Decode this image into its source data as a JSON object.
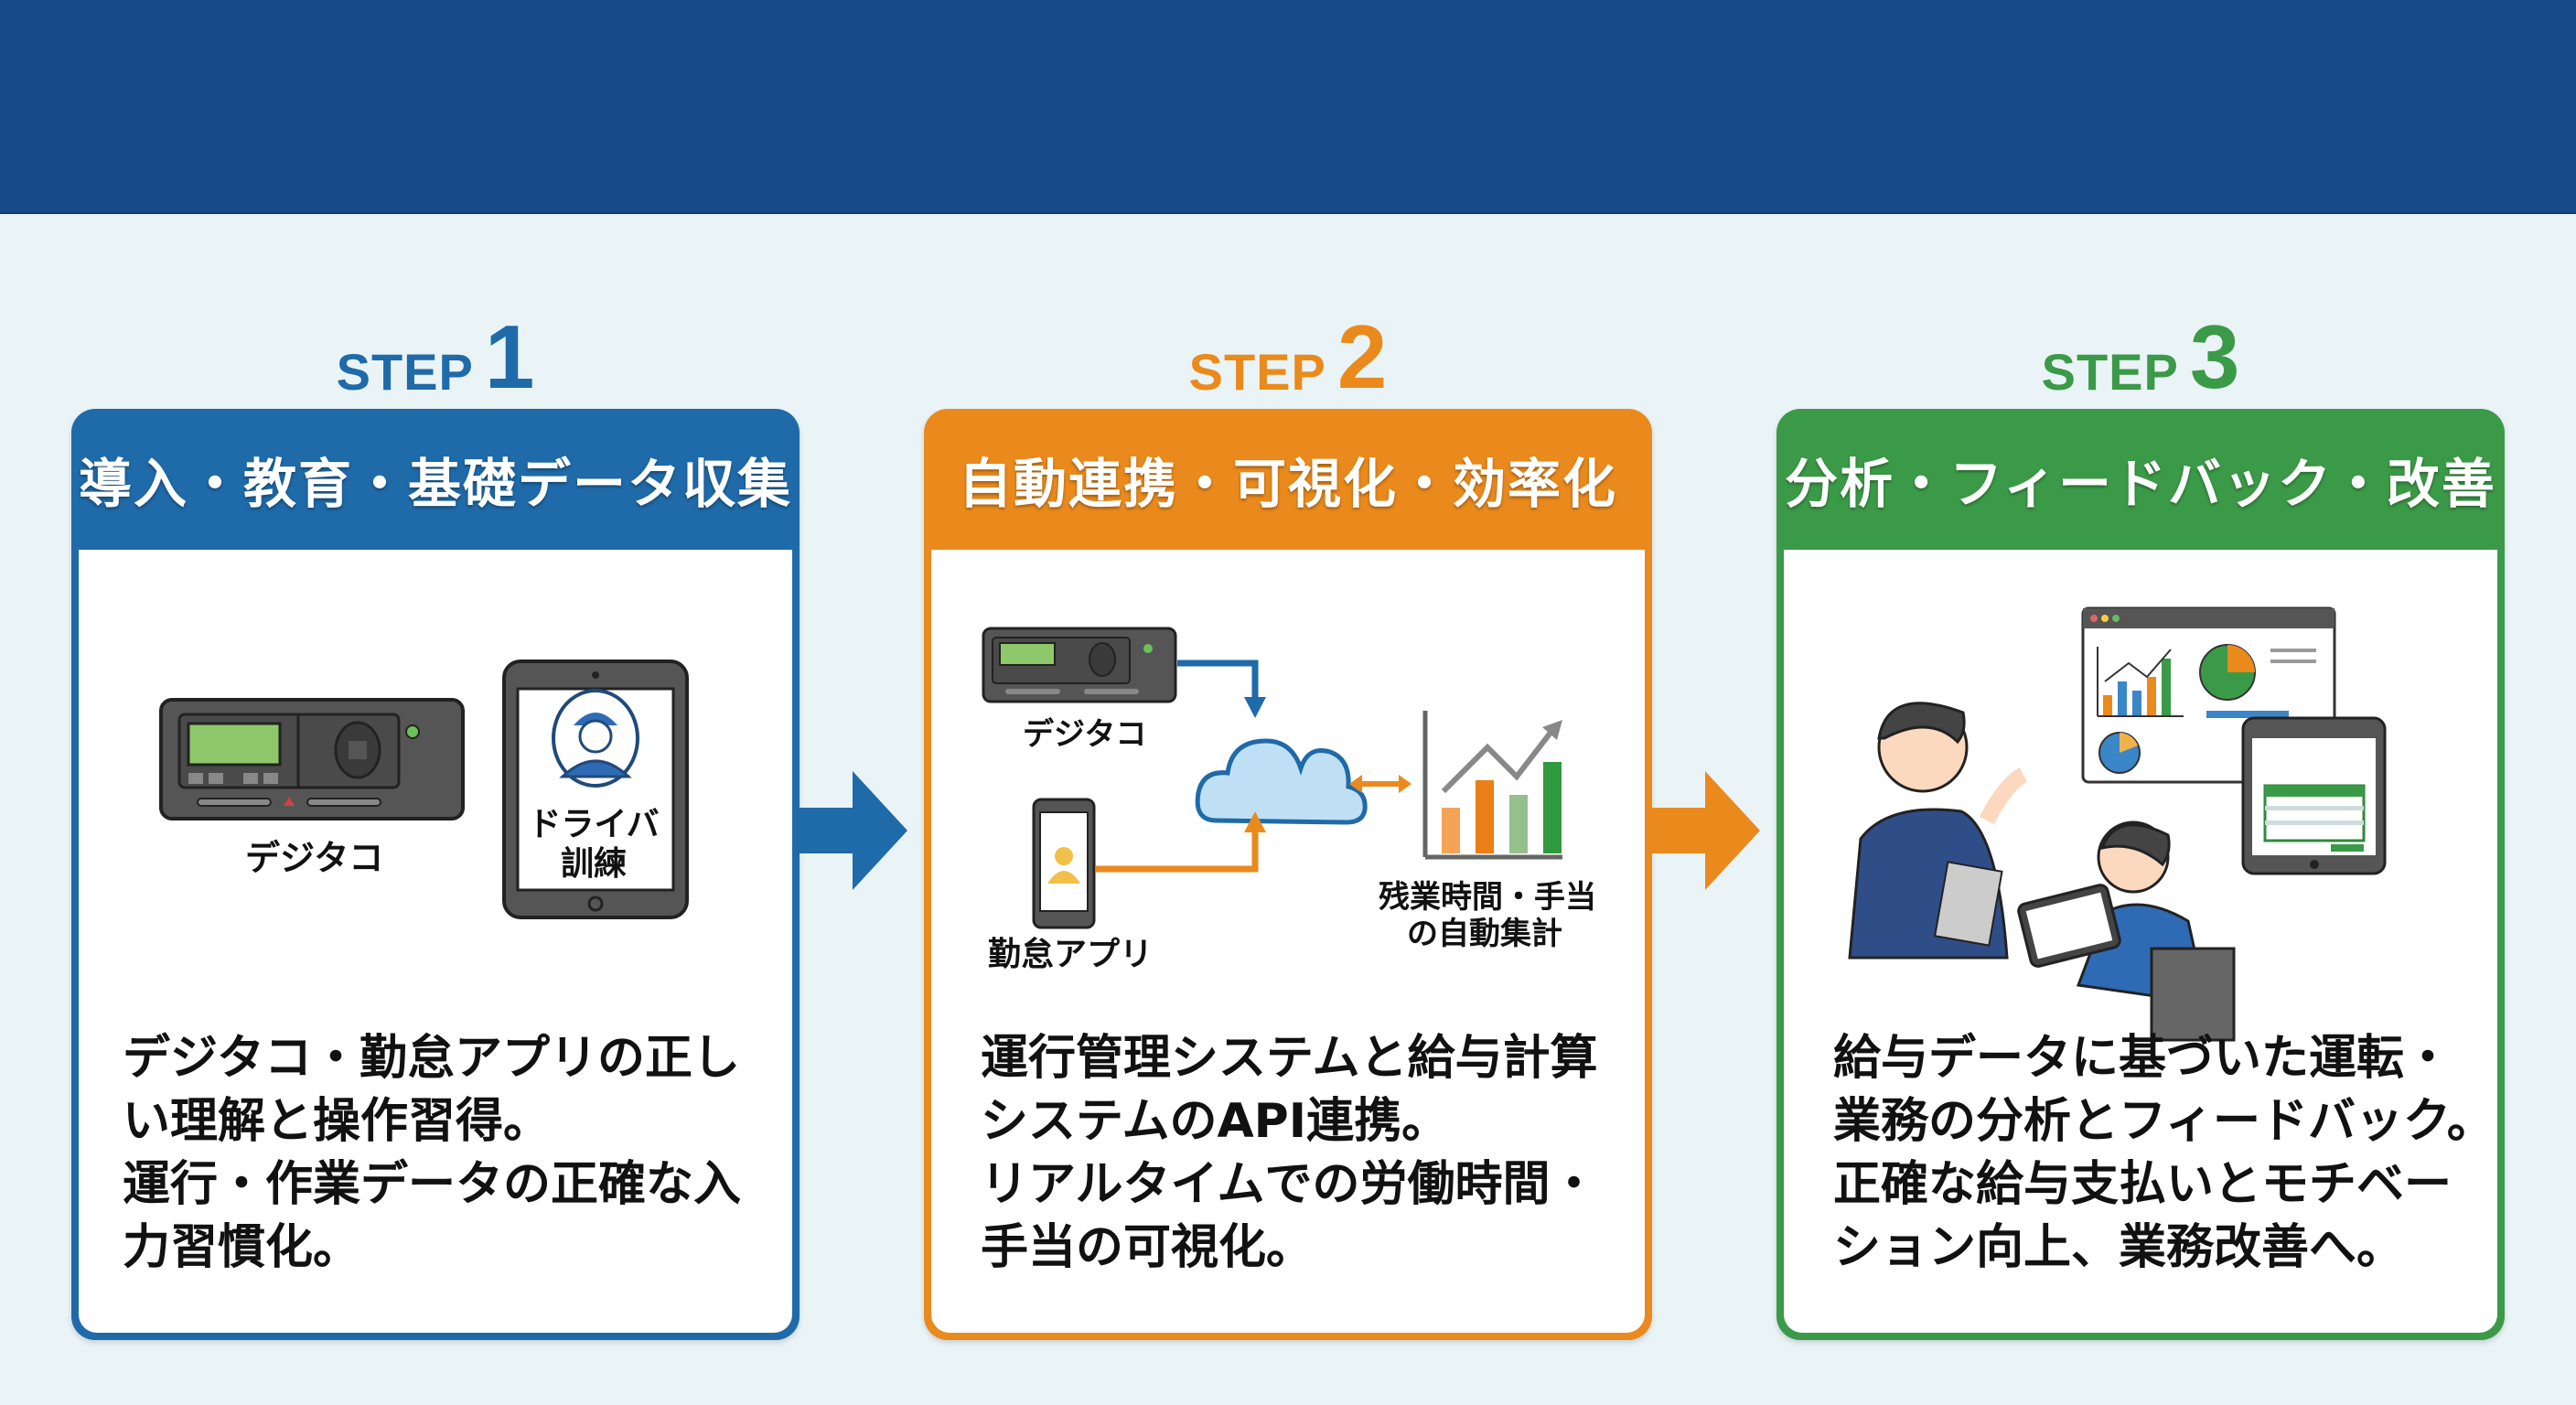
{
  "colors": {
    "top_band": "#164a8a",
    "background": "#eaf4f7",
    "step1": "#1f6aa9",
    "step2": "#ea8a1d",
    "step3": "#3b9a47"
  },
  "steps": [
    {
      "word": "STEP",
      "number": "1",
      "title": "導入・教育・基礎データ収集",
      "illustration": {
        "device_label": "デジタコ",
        "tablet_label_line1": "ドライバ",
        "tablet_label_line2": "訓練",
        "icons": [
          "digital-tachograph-icon",
          "tablet-icon",
          "driver-avatar-icon"
        ]
      },
      "description": [
        "デジタコ・勤怠アプリの正し",
        "い理解と操作習得。",
        "運行・作業データの正確な入",
        "力習慣化。"
      ]
    },
    {
      "word": "STEP",
      "number": "2",
      "title": "自動連携・可視化・効率化",
      "illustration": {
        "device_label": "デジタコ",
        "app_label": "勤怠アプリ",
        "result_label_line1": "残業時間・手当",
        "result_label_line2": "の自動集計",
        "icons": [
          "digital-tachograph-icon",
          "cloud-icon",
          "smartphone-icon",
          "bar-chart-icon",
          "bidirectional-arrow-icon"
        ]
      },
      "description": [
        "運行管理システムと給与計算",
        "システムのAPI連携。",
        "リアルタイムでの労働時間・",
        "手当の可視化。"
      ]
    },
    {
      "word": "STEP",
      "number": "3",
      "title": "分析・フィードバック・改善",
      "illustration": {
        "icons": [
          "presenter-person-icon",
          "analyst-person-icon",
          "dashboard-window-icon",
          "tablet-report-icon"
        ]
      },
      "description": [
        "給与データに基づいた運転・",
        "業務の分析とフィードバック。",
        "正確な給与支払いとモチベー",
        "ション向上、業務改善へ。"
      ]
    }
  ],
  "arrows": [
    "arrow-right-icon",
    "arrow-right-icon"
  ]
}
